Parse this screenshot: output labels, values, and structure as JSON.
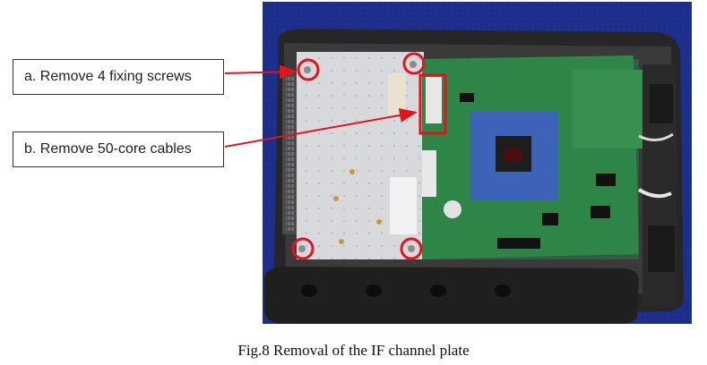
{
  "callouts": {
    "a": "a. Remove 4 fixing screws",
    "b": "b. Remove 50-core cables"
  },
  "caption": "Fig.8 Removal of the IF channel plate",
  "colors": {
    "annotation": "#e0141e",
    "background_cloth": "#1c2f8a",
    "pcb": "#2f8a4a",
    "shield_plate": "#d7d9dc",
    "chassis": "#2a2a2a"
  }
}
